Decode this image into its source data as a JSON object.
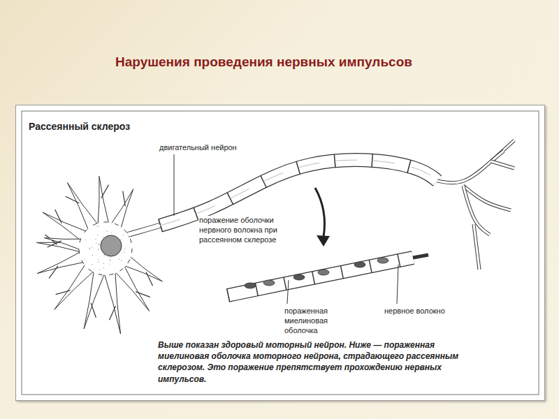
{
  "diagram": {
    "title": "Нарушения проведения нервных импульсов",
    "nodes": [
      {
        "text": [
          "Рассеянный склероз"
        ]
      }
    ],
    "caption": "Выше показан здоровый моторный нейрон. Ниже — пораженная миелиновая оболочка моторного нейрона, страдающего рассеянным склерозом. Это поражение препятствует прохождению нервных импульсов.",
    "labels": [
      "двигательный нейрон",
      "поражение оболочки нервного волокна при рассеянном склерозе",
      "пораженная миелиновая оболочка",
      "нервное волокно"
    ]
  }
}
